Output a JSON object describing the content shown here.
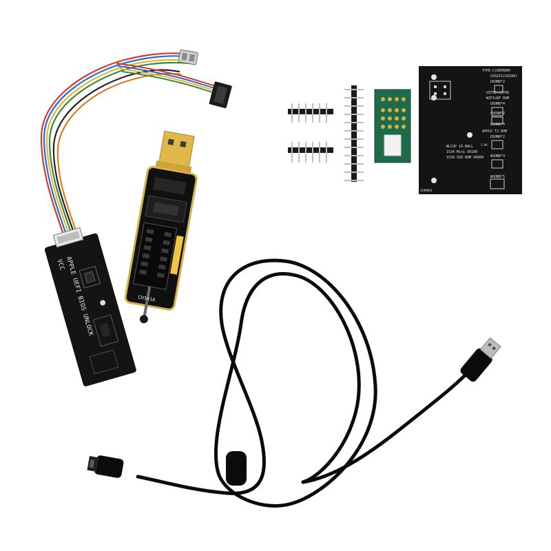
{
  "product": {
    "unlock_board": {
      "label_line1": "APPLE UEFI BIOS UNLOCK",
      "label_vcc": "VCC"
    },
    "programmer": {
      "label": "CH341A"
    },
    "adapter_board": {
      "title": "TYPE-C(EEPROM)",
      "lines": [
        "TYPE-C(EEPROM)",
        "CD3215(U3100)",
        "USON8*2",
        "U3750+U3700",
        "WIFI+BT ROM",
        "USON8*4",
        "SOP8N*2",
        "USON8*3",
        "APPLE T2 ROM",
        "USON8*2",
        "WSON8*3",
        "WSON8*5",
        "WLCSP 16-BALL",
        "1534 Mini U6100",
        "1534 SSD ROM U6600",
        "4199058",
        "1.8V"
      ]
    },
    "colors": {
      "pcb_black": "#141414",
      "pcb_green": "#1e6b4a",
      "gold": "#d6b04a",
      "usb_gold": "#e0b84a",
      "header_yellow": "#f0c640",
      "cable_black": "#0b0b0b"
    }
  }
}
